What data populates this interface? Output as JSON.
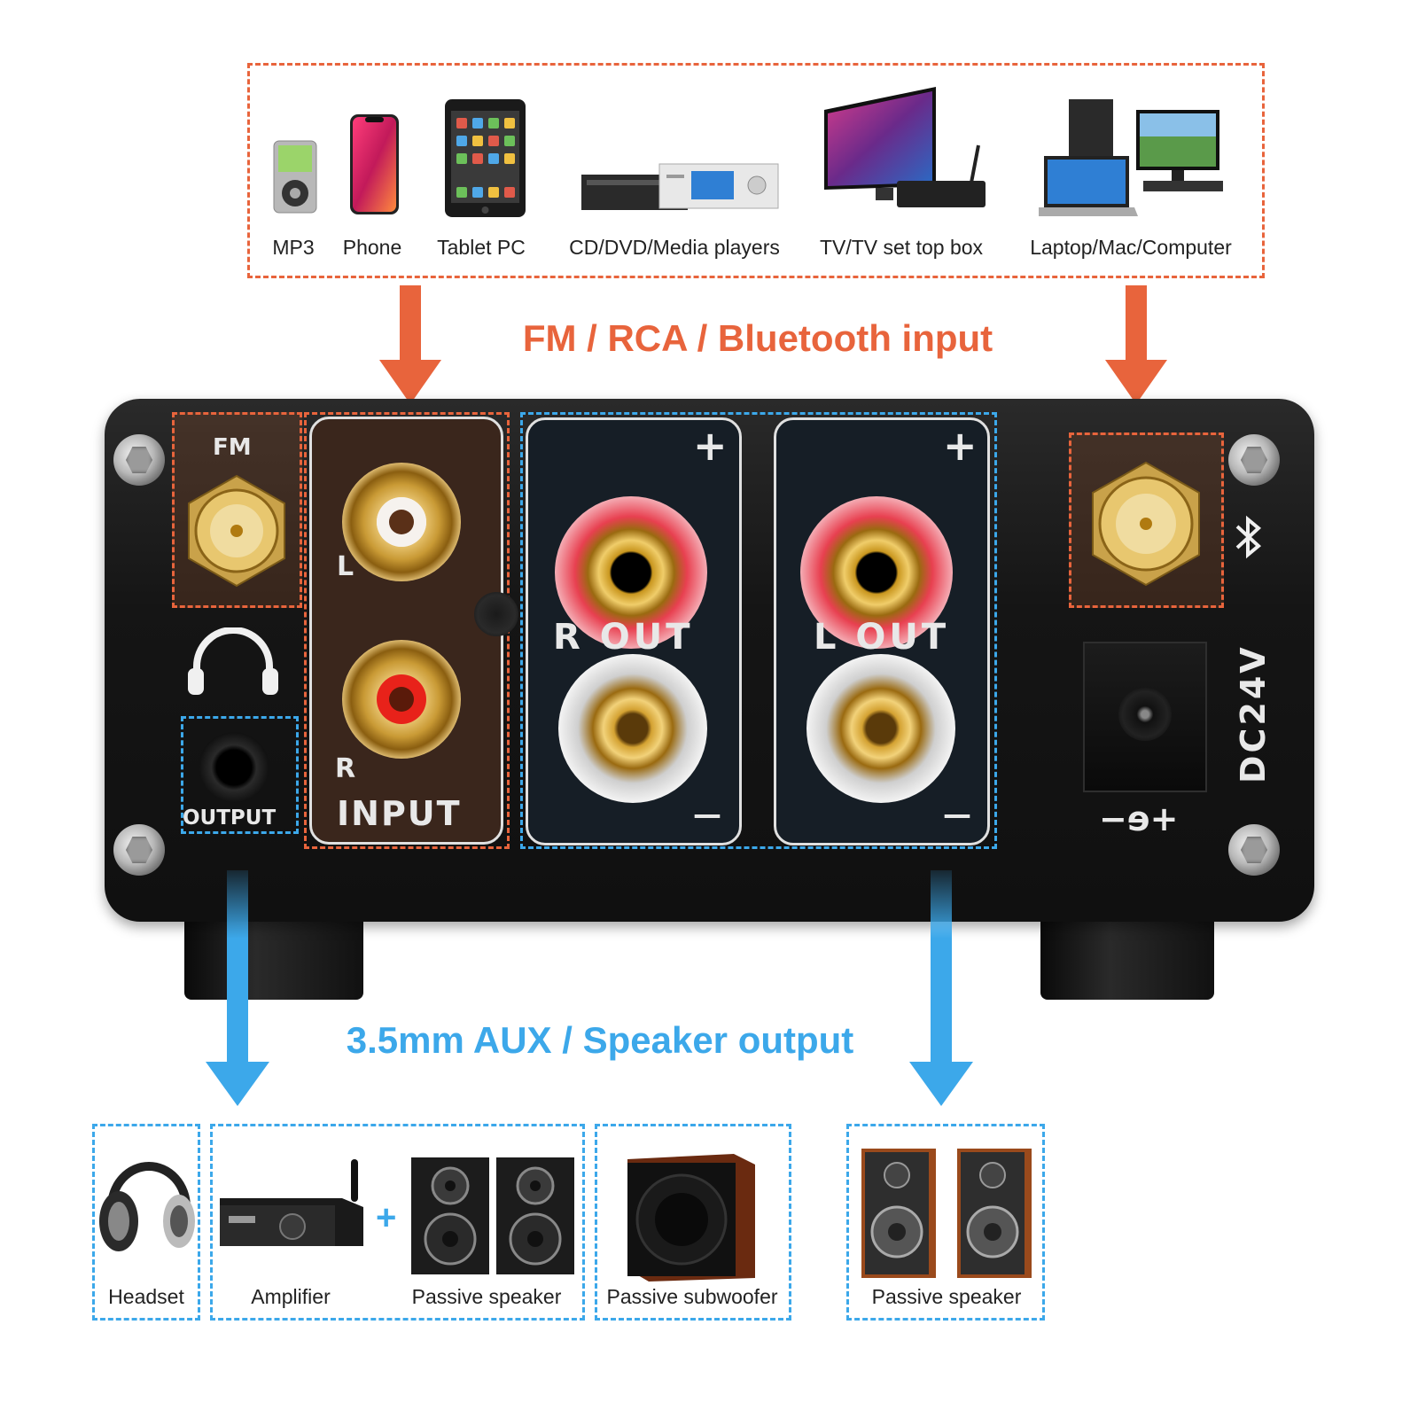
{
  "headline_input": "FM / RCA / Bluetooth input",
  "headline_output": "3.5mm AUX / Speaker output",
  "sources": [
    {
      "label": "MP3",
      "icon": "mp3-player-icon"
    },
    {
      "label": "Phone",
      "icon": "phone-icon"
    },
    {
      "label": "Tablet PC",
      "icon": "tablet-icon"
    },
    {
      "label": "CD/DVD/Media players",
      "icon": "media-player-icon"
    },
    {
      "label": "TV/TV set top box",
      "icon": "tv-icon"
    },
    {
      "label": "Laptop/Mac/Computer",
      "icon": "computer-icon"
    }
  ],
  "panel": {
    "fm": "FM",
    "input_l": "L",
    "input_r": "R",
    "input": "INPUT",
    "output": "OUTPUT",
    "r_out": "R OUT",
    "l_out": "L OUT",
    "plus": "+",
    "minus": "—",
    "dc": "DC24V",
    "polarity": "−ɘ+"
  },
  "outputs": [
    {
      "label": "Headset",
      "icon": "headphones-icon"
    },
    {
      "label": "Amplifier",
      "icon": "amplifier-icon"
    },
    {
      "label": "+",
      "icon": "plus-icon"
    },
    {
      "label": "Passive speaker",
      "icon": "bookshelf-speakers-icon"
    },
    {
      "label": "Passive subwoofer",
      "icon": "subwoofer-icon"
    },
    {
      "label": "Passive speaker",
      "icon": "wooden-speakers-icon"
    }
  ],
  "colors": {
    "orange": "#e8643c",
    "blue": "#3ca8ea"
  }
}
